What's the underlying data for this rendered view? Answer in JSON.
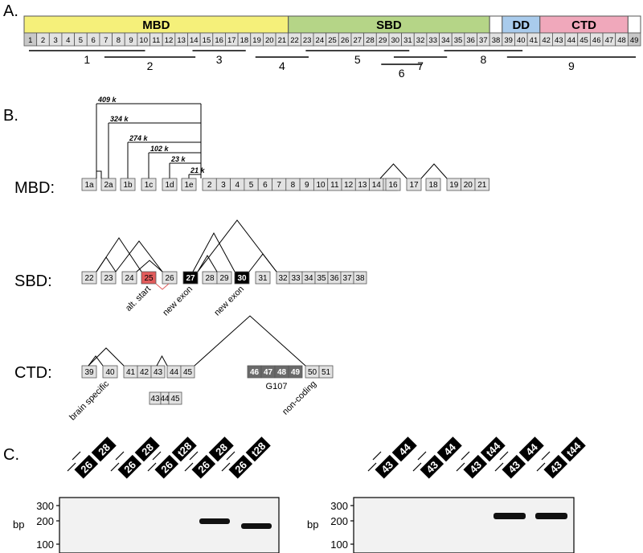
{
  "panels": {
    "a": "A.",
    "b": "B.",
    "c": "C."
  },
  "domains": [
    {
      "name": "MBD",
      "first_exon": 1,
      "last_exon": 21,
      "color": "#f5f07a"
    },
    {
      "name": "SBD",
      "first_exon": 22,
      "last_exon": 37,
      "color": "#b5d587"
    },
    {
      "name": "",
      "first_exon": 38,
      "last_exon": 38,
      "color": "#ffffff"
    },
    {
      "name": "DD",
      "first_exon": 39,
      "last_exon": 41,
      "color": "#a9cbec"
    },
    {
      "name": "CTD",
      "first_exon": 42,
      "last_exon": 48,
      "color": "#f0a8bb"
    },
    {
      "name": "",
      "first_exon": 49,
      "last_exon": 49,
      "color": "#ffffff"
    }
  ],
  "exons_a": [
    "1",
    "2",
    "3",
    "4",
    "5",
    "6",
    "7",
    "8",
    "9",
    "10",
    "11",
    "12",
    "13",
    "14",
    "15",
    "16",
    "17",
    "18",
    "19",
    "20",
    "21",
    "22",
    "23",
    "24",
    "25",
    "26",
    "27",
    "28",
    "29",
    "30",
    "31",
    "32",
    "33",
    "34",
    "35",
    "36",
    "37",
    "38",
    "39",
    "40",
    "41",
    "42",
    "43",
    "44",
    "45",
    "46",
    "47",
    "48",
    "49"
  ],
  "amplicons": [
    {
      "label": "1",
      "from_exon": 1,
      "to_exon": 10
    },
    {
      "label": "2",
      "from_exon": 7,
      "to_exon": 14
    },
    {
      "label": "3",
      "from_exon": 14,
      "to_exon": 18
    },
    {
      "label": "4",
      "from_exon": 19,
      "to_exon": 23
    },
    {
      "label": "5",
      "from_exon": 23,
      "to_exon": 31
    },
    {
      "label": "6",
      "from_exon": 29,
      "to_exon": 32
    },
    {
      "label": "7",
      "from_exon": 30,
      "to_exon": 34
    },
    {
      "label": "8",
      "from_exon": 34,
      "to_exon": 40
    },
    {
      "label": "9",
      "from_exon": 39,
      "to_exon": 49
    }
  ],
  "mbd": {
    "label": "MBD:",
    "alt_exons": [
      "1a",
      "2a",
      "1b",
      "1c",
      "1d",
      "1e"
    ],
    "exons": [
      "2",
      "3",
      "4",
      "5",
      "6",
      "7",
      "8",
      "9",
      "10",
      "11",
      "12",
      "13",
      "14",
      "15",
      "16",
      "17",
      "18",
      "19",
      "20",
      "21"
    ],
    "junction_labels": [
      "409 k",
      "324 k",
      "274 k",
      "102 k",
      "23 k",
      "21 k"
    ]
  },
  "sbd": {
    "label": "SBD:",
    "exons": [
      "22",
      "23",
      "24",
      "25",
      "26",
      "27",
      "28",
      "29",
      "30",
      "31",
      "32",
      "33",
      "34",
      "35",
      "36",
      "37",
      "38"
    ],
    "annotations": [
      "alt. start",
      "new exon",
      "new exon"
    ]
  },
  "ctd": {
    "label": "CTD:",
    "exons": [
      "39",
      "40",
      "41",
      "42",
      "43",
      "44",
      "45",
      "46",
      "47",
      "48",
      "49",
      "50",
      "51"
    ],
    "alt_exons": [
      "43",
      "44",
      "45"
    ],
    "annotations": [
      "brain specific",
      "G107",
      "non-coding"
    ]
  },
  "gel_left": {
    "primers": [
      {
        "fwd": "26",
        "rev": "28"
      },
      {
        "fwd": "26",
        "rev": "28"
      },
      {
        "fwd": "26",
        "rev": "t28"
      },
      {
        "fwd": "26",
        "rev": "28"
      },
      {
        "fwd": "26",
        "rev": "t28"
      }
    ],
    "ladder": [
      "300",
      "200",
      "100"
    ],
    "unit": "bp"
  },
  "gel_right": {
    "primers": [
      {
        "fwd": "43",
        "rev": "44"
      },
      {
        "fwd": "43",
        "rev": "44"
      },
      {
        "fwd": "43",
        "rev": "t44"
      },
      {
        "fwd": "43",
        "rev": "44"
      },
      {
        "fwd": "43",
        "rev": "t44"
      }
    ],
    "ladder": [
      "300",
      "200",
      "100"
    ],
    "unit": "bp"
  },
  "colors": {
    "exon_fill": "#e2e2e2",
    "new_exon_fill": "#000000",
    "alt_start_fill": "#e25b5b",
    "g107_fill": "#6a6a6a",
    "gel_bg": "#f2f2f2",
    "band": "#111111"
  }
}
